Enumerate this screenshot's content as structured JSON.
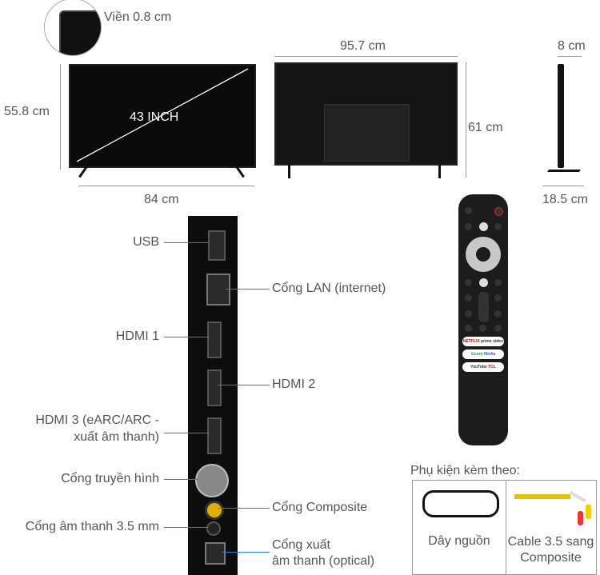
{
  "bezel": {
    "label": "Viền 0.8 cm"
  },
  "front": {
    "height_label": "55.8 cm",
    "width_label": "84 cm",
    "diagonal_label": "43 INCH"
  },
  "back": {
    "width_label": "95.7 cm",
    "height_label": "61 cm"
  },
  "side": {
    "depth_label": "8 cm",
    "stand_label": "18.5 cm"
  },
  "ports": {
    "usb": "USB",
    "lan": "Cổng LAN (internet)",
    "hdmi1": "HDMI 1",
    "hdmi2": "HDMI 2",
    "hdmi3_line1": "HDMI 3 (eARC/ARC -",
    "hdmi3_line2": "xuất âm thanh)",
    "antenna": "Cổng truyền hình",
    "composite": "Cổng Composite",
    "audio35": "Cổng âm thanh 3.5 mm",
    "optical_line1": "Cổng xuất",
    "optical_line2": "âm thanh (optical)"
  },
  "remote": {
    "apps": [
      "NETFLIX",
      "prime video",
      "Guard",
      "Media",
      "YouTube",
      "TCL"
    ]
  },
  "accessories": {
    "title": "Phụ kiện kèm theo:",
    "items": [
      "Dây nguồn",
      "Cable 3.5 sang Composite"
    ]
  },
  "colors": {
    "line": "#2a7fd4",
    "text": "#555555"
  }
}
